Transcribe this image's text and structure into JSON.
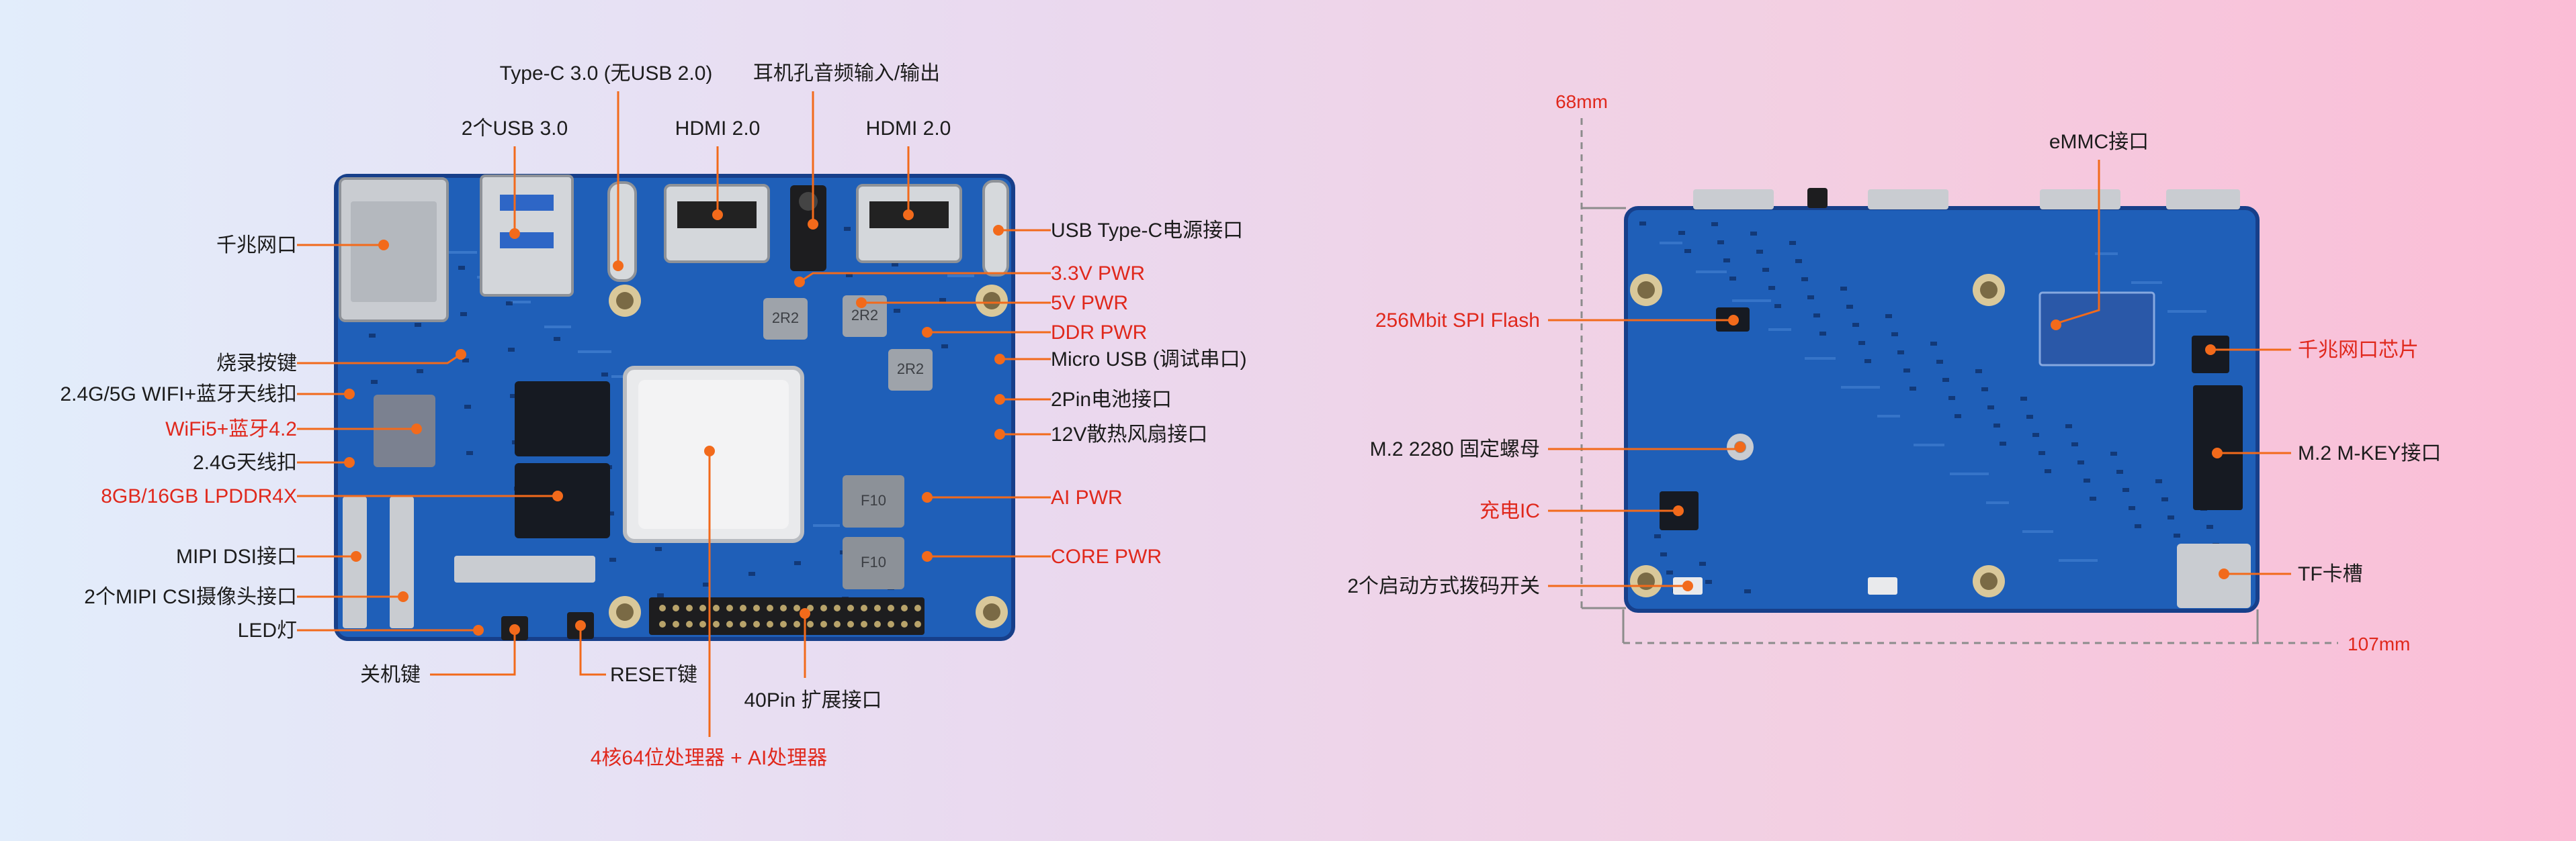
{
  "colors": {
    "pcb": "#1f5fb8",
    "pcb_dark": "#173f8a",
    "leader": "#f26a1b",
    "label": "#1c1c1c",
    "label_red": "#e0281c",
    "metal": "#cfd3d8",
    "chip": "#161a22"
  },
  "front": {
    "top_labels": {
      "typec": "Type-C 3.0 (无USB 2.0)",
      "audio": "耳机孔音频输入/输出",
      "usb3": "2个USB 3.0",
      "hdmi1": "HDMI 2.0",
      "hdmi2": "HDMI 2.0"
    },
    "left_labels": {
      "ethernet": "千兆网口",
      "burn_key": "烧录按键",
      "wifi_ant": "2.4G/5G WIFI+蓝牙天线扣",
      "wifi_module": "WiFi5+蓝牙4.2",
      "ant24": "2.4G天线扣",
      "lpddr": "8GB/16GB LPDDR4X",
      "mipi_dsi": "MIPI DSI接口",
      "mipi_csi": "2个MIPI CSI摄像头接口",
      "led": "LED灯"
    },
    "right_labels": {
      "usb_power": "USB Type-C电源接口",
      "pwr33": "3.3V PWR",
      "pwr5": "5V PWR",
      "ddr_pwr": "DDR PWR",
      "micro_usb": "Micro USB (调试串口)",
      "battery": "2Pin电池接口",
      "fan": "12V散热风扇接口",
      "ai_pwr": "AI PWR",
      "core_pwr": "CORE PWR"
    },
    "bottom_labels": {
      "power_key": "关机键",
      "reset": "RESET键",
      "gpio40": "40Pin 扩展接口",
      "soc": "4核64位处理器 + AI处理器"
    },
    "chip_marks": {
      "inductor_a": "2R2",
      "inductor_b": "2R2",
      "inductor_c": "2R2",
      "inductor_d": "F10",
      "inductor_e": "F10"
    }
  },
  "back": {
    "dims": {
      "height": "68mm",
      "width": "107mm"
    },
    "top_labels": {
      "emmc": "eMMC接口"
    },
    "left_labels": {
      "spi_flash": "256Mbit SPI Flash",
      "m2_screw": "M.2 2280 固定螺母",
      "charge_ic": "充电IC",
      "boot_switch": "2个启动方式拨码开关"
    },
    "right_labels": {
      "eth_chip": "千兆网口芯片",
      "m2_key": "M.2 M-KEY接口",
      "tf_slot": "TF卡槽"
    }
  }
}
